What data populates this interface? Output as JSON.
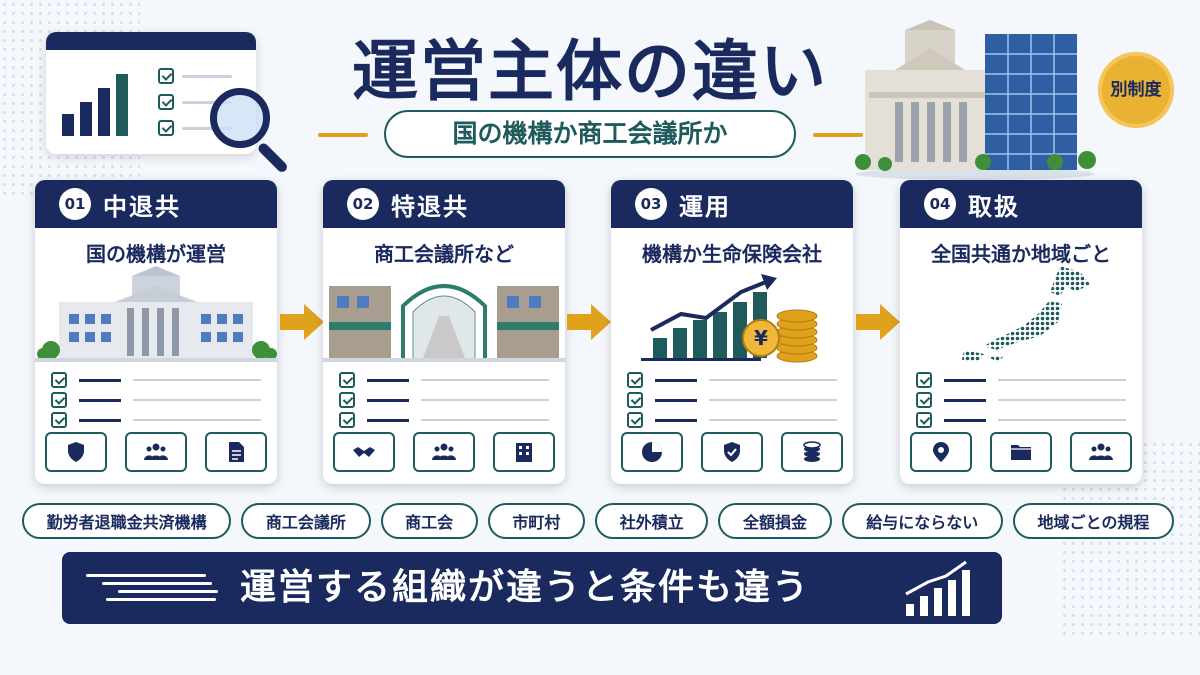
{
  "header": {
    "title": "運営主体の違い",
    "subtitle": "国の機構か商工会議所か",
    "badge": "別制度"
  },
  "cards": [
    {
      "num": "01",
      "title": "中退共",
      "subtitle": "国の機構が運営",
      "illustration": "government-building",
      "icons": [
        "shield-icon",
        "people-icon",
        "document-icon"
      ]
    },
    {
      "num": "02",
      "title": "特退共",
      "subtitle": "商工会議所など",
      "illustration": "shopping-arcade",
      "icons": [
        "handshake-icon",
        "people-icon",
        "building-icon"
      ]
    },
    {
      "num": "03",
      "title": "運用",
      "subtitle": "機構か生命保険会社",
      "illustration": "growth-chart-coins",
      "icons": [
        "pie-chart-icon",
        "shield-check-icon",
        "coins-icon"
      ]
    },
    {
      "num": "04",
      "title": "取扱",
      "subtitle": "全国共通か地域ごと",
      "illustration": "japan-map",
      "icons": [
        "location-pin-icon",
        "folder-icon",
        "people-icon"
      ]
    }
  ],
  "tags": [
    "勤労者退職金共済機構",
    "商工会議所",
    "商工会",
    "市町村",
    "社外積立",
    "全額損金",
    "給与にならない",
    "地域ごとの規程"
  ],
  "banner": {
    "text": "運営する組織が違うと条件も違う"
  },
  "colors": {
    "navy": "#1a2a5e",
    "teal": "#1f5b5d",
    "gold": "#e0a21c"
  }
}
